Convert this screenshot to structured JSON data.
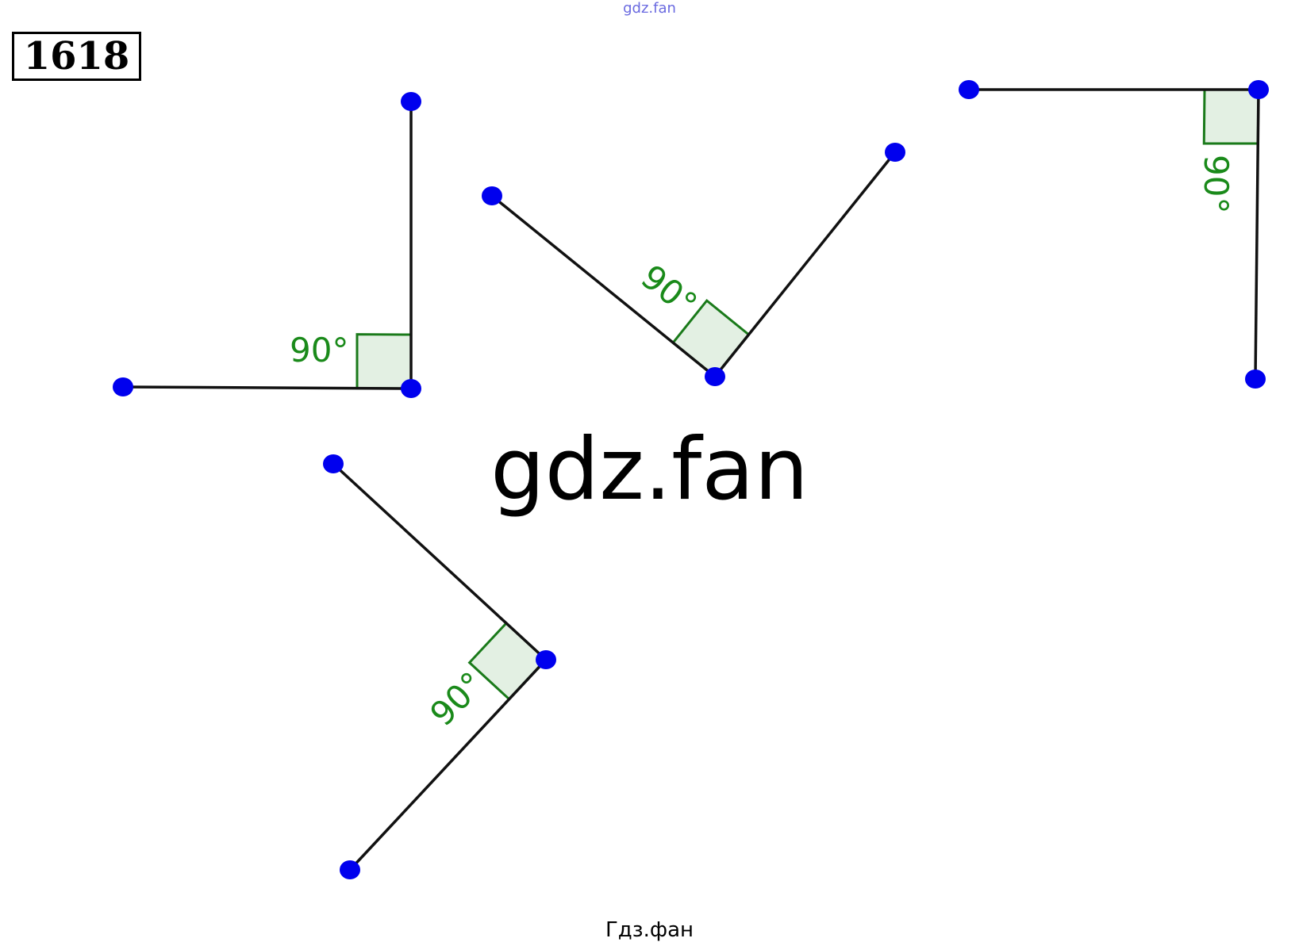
{
  "problem_number": "1618",
  "watermark_top": "gdz.fan",
  "watermark_center": "gdz.fan",
  "footer": "Гдз.фан",
  "colors": {
    "segment": "#111111",
    "point": "#0000ee",
    "angle_mark": "#1a7a1a",
    "angle_fill": "#e3f0e3"
  },
  "angles": [
    {
      "label": "90°"
    },
    {
      "label": "90°"
    },
    {
      "label": "90°"
    },
    {
      "label": "90°"
    }
  ]
}
